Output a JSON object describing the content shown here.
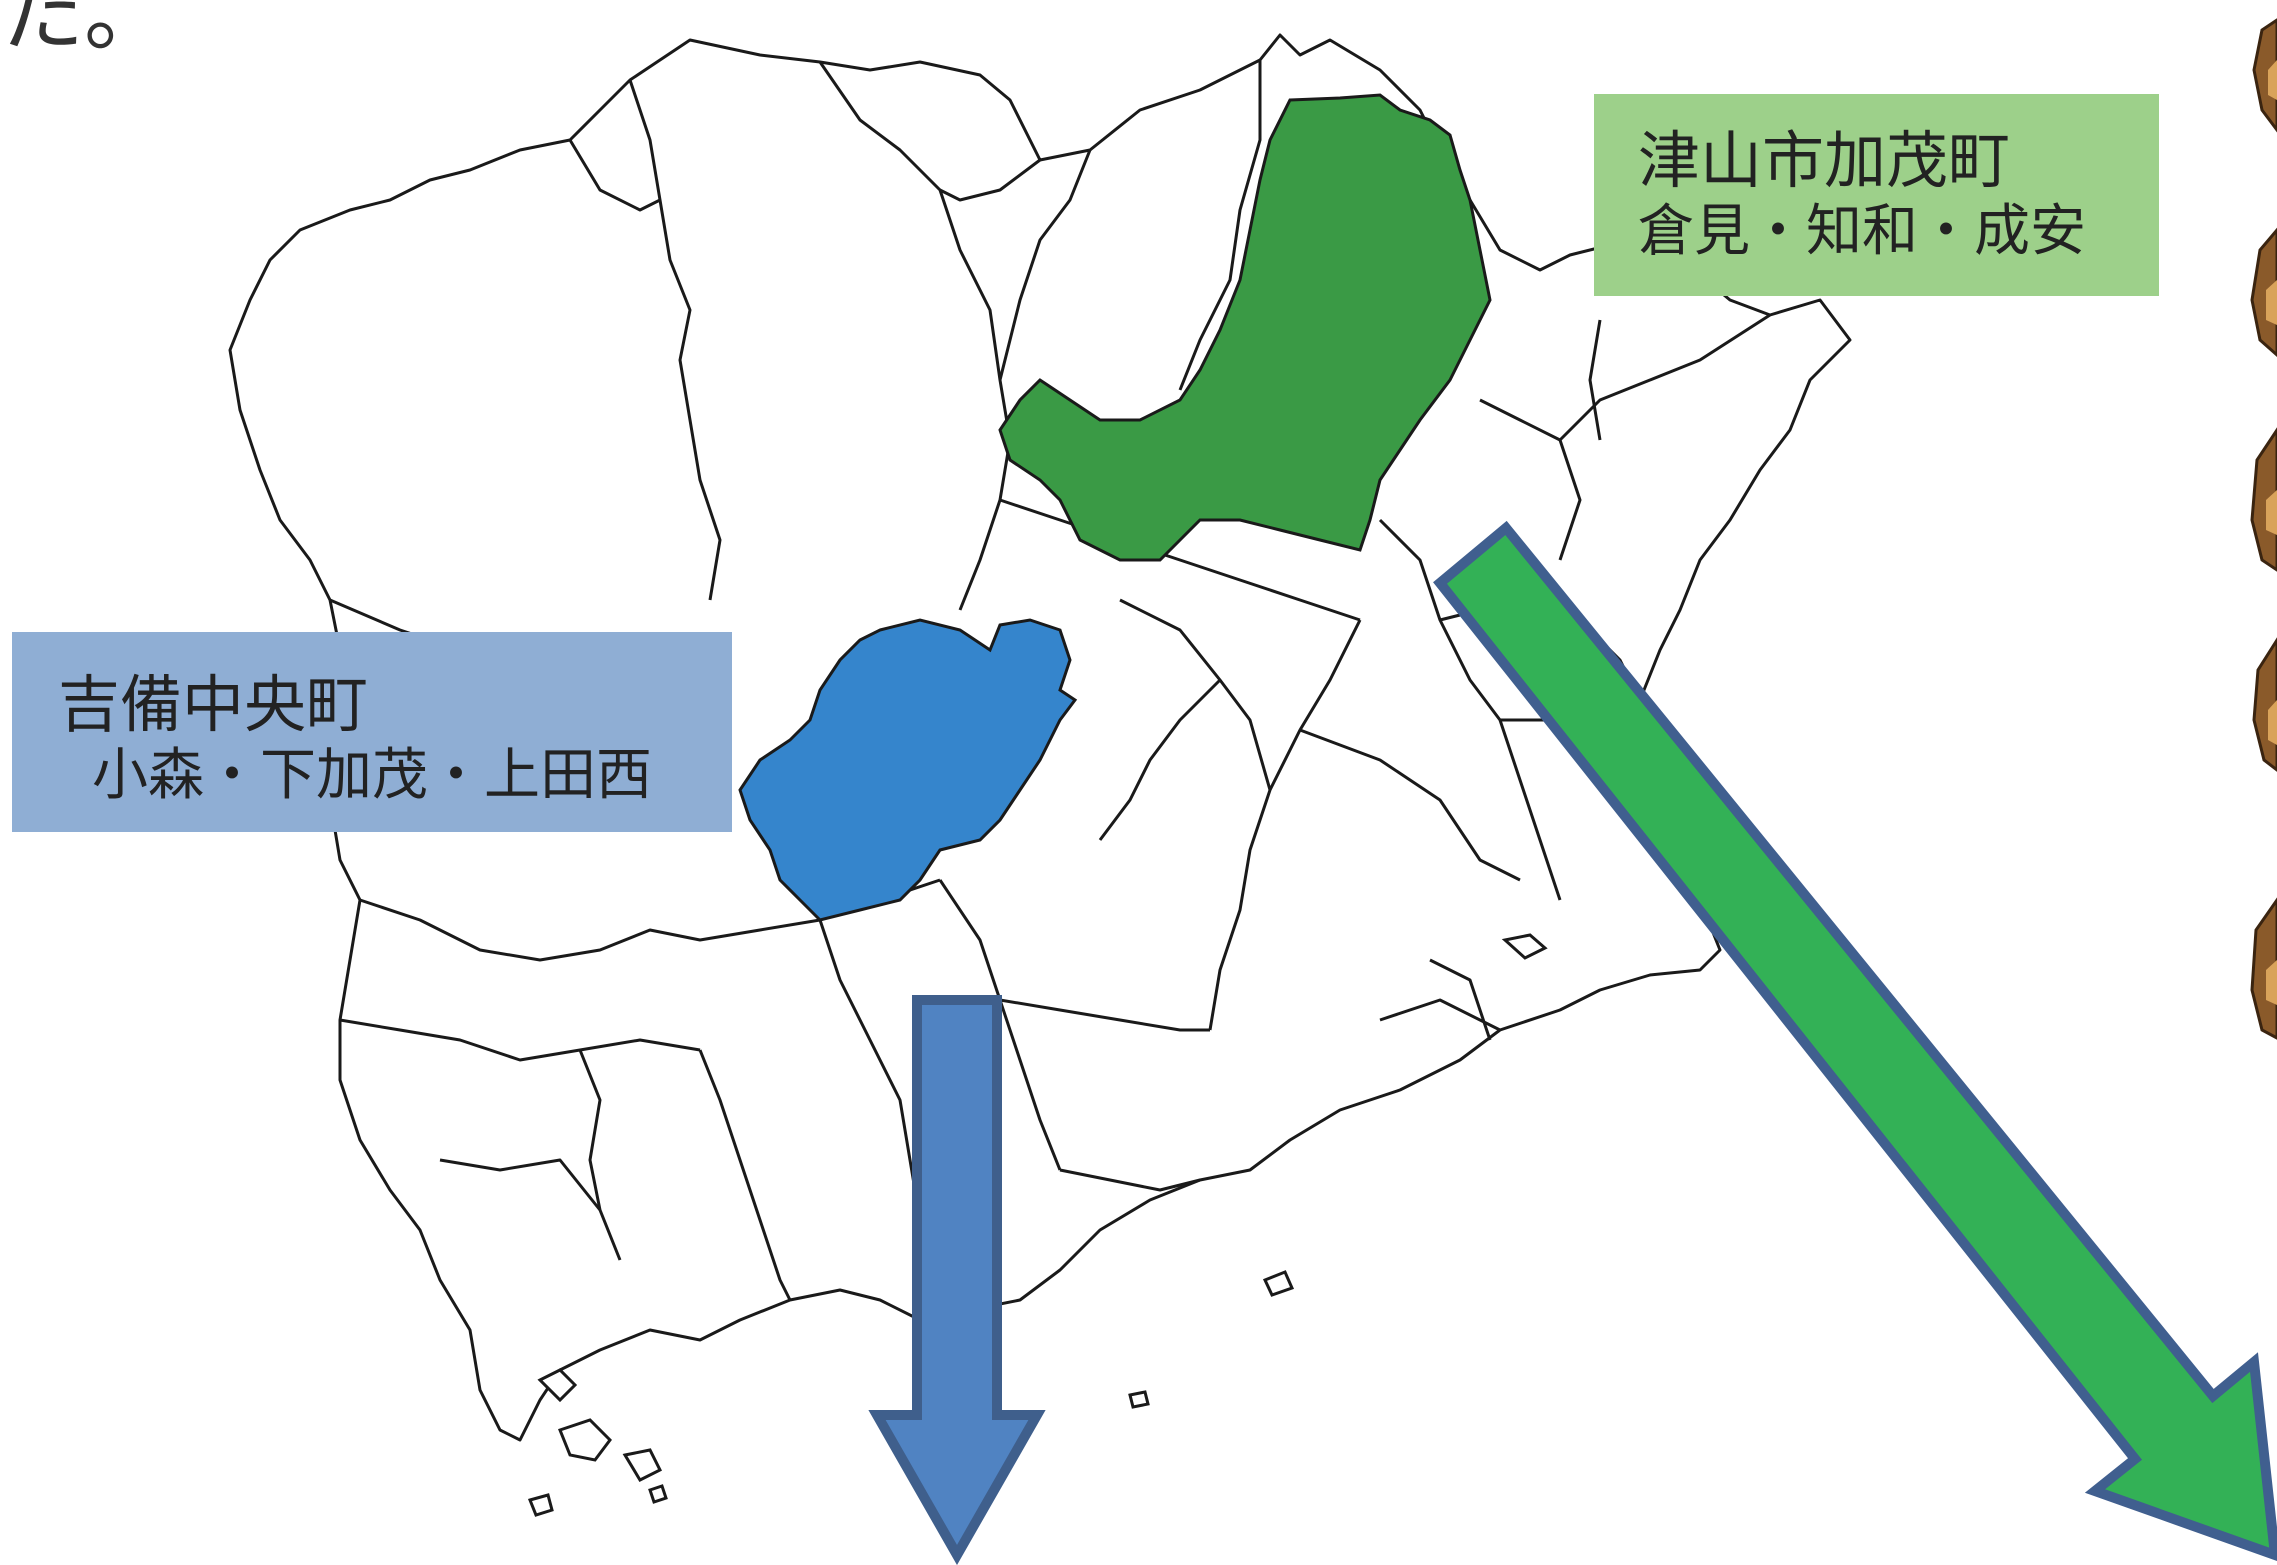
{
  "heading_fragment": "た。",
  "regions": {
    "northeast": {
      "fill": "#3a9a45",
      "label_title": "津山市加茂町",
      "label_sub": "倉見・知和・成安",
      "label_bg": "#9dd08a",
      "arrow_fill": "#33b156",
      "arrow_stroke": "#405f8f"
    },
    "central": {
      "fill": "#3585cc",
      "label_title": "吉備中央町",
      "label_sub": "小森・下加茂・上田西",
      "label_bg": "#8faed4",
      "arrow_fill": "#5083c2",
      "arrow_stroke": "#3f5f8c"
    }
  },
  "map_line_color": "#1a1a1a"
}
